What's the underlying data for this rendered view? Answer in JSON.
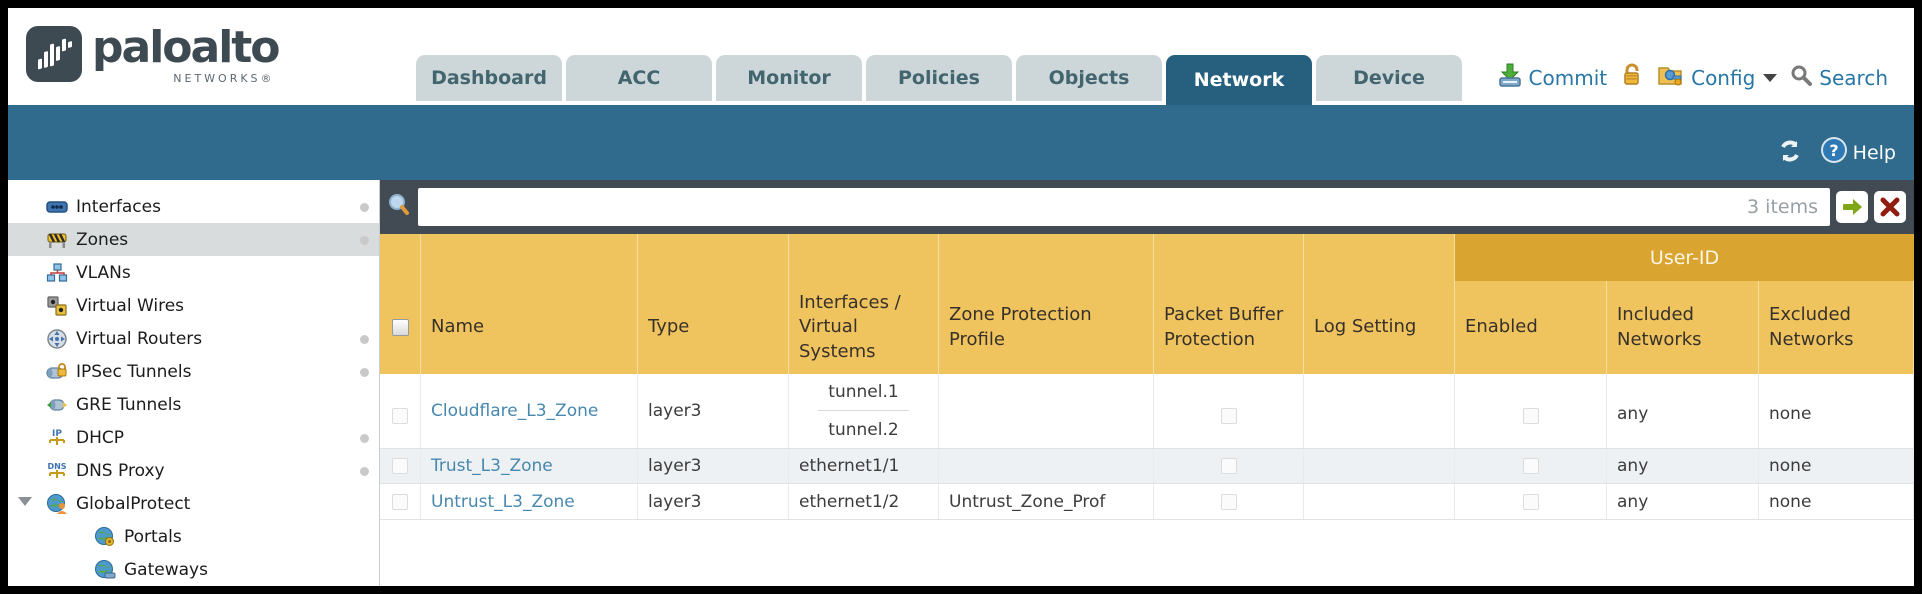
{
  "brand": {
    "name": "paloalto",
    "sub": "NETWORKS®"
  },
  "tabs": [
    {
      "label": "Dashboard",
      "active": false
    },
    {
      "label": "ACC",
      "active": false
    },
    {
      "label": "Monitor",
      "active": false
    },
    {
      "label": "Policies",
      "active": false
    },
    {
      "label": "Objects",
      "active": false
    },
    {
      "label": "Network",
      "active": true
    },
    {
      "label": "Device",
      "active": false
    }
  ],
  "header_actions": {
    "commit": "Commit",
    "config": "Config",
    "search": "Search"
  },
  "band": {
    "help": "Help"
  },
  "sidebar": {
    "items": [
      {
        "label": "Interfaces",
        "icon": "interfaces-icon",
        "dot": true,
        "selected": false
      },
      {
        "label": "Zones",
        "icon": "zones-icon",
        "dot": true,
        "selected": true
      },
      {
        "label": "VLANs",
        "icon": "vlans-icon",
        "dot": false,
        "selected": false
      },
      {
        "label": "Virtual Wires",
        "icon": "virtual-wires-icon",
        "dot": false,
        "selected": false
      },
      {
        "label": "Virtual Routers",
        "icon": "virtual-routers-icon",
        "dot": true,
        "selected": false
      },
      {
        "label": "IPSec Tunnels",
        "icon": "ipsec-tunnels-icon",
        "dot": true,
        "selected": false
      },
      {
        "label": "GRE Tunnels",
        "icon": "gre-tunnels-icon",
        "dot": false,
        "selected": false
      },
      {
        "label": "DHCP",
        "icon": "dhcp-icon",
        "dot": true,
        "selected": false
      },
      {
        "label": "DNS Proxy",
        "icon": "dns-proxy-icon",
        "dot": true,
        "selected": false
      },
      {
        "label": "GlobalProtect",
        "icon": "globalprotect-icon",
        "dot": false,
        "selected": false,
        "expanded": true
      },
      {
        "label": "Portals",
        "icon": "portals-icon",
        "dot": false,
        "selected": false,
        "child": true
      },
      {
        "label": "Gateways",
        "icon": "gateways-icon",
        "dot": false,
        "selected": false,
        "child": true
      }
    ]
  },
  "filter": {
    "value": "",
    "items_count": "3 items"
  },
  "table": {
    "group_header": "User-ID",
    "columns": [
      "Name",
      "Type",
      "Interfaces / Virtual Systems",
      "Zone Protection Profile",
      "Packet Buffer Protection",
      "Log Setting",
      "Enabled",
      "Included Networks",
      "Excluded Networks"
    ],
    "rows": [
      {
        "name": "Cloudflare_L3_Zone",
        "type": "layer3",
        "interfaces": [
          "tunnel.1",
          "tunnel.2"
        ],
        "zone_protection_profile": "",
        "packet_buffer_protection": false,
        "log_setting": "",
        "enabled": false,
        "included_networks": "any",
        "excluded_networks": "none"
      },
      {
        "name": "Trust_L3_Zone",
        "type": "layer3",
        "interfaces": [
          "ethernet1/1"
        ],
        "zone_protection_profile": "",
        "packet_buffer_protection": false,
        "log_setting": "",
        "enabled": false,
        "included_networks": "any",
        "excluded_networks": "none"
      },
      {
        "name": "Untrust_L3_Zone",
        "type": "layer3",
        "interfaces": [
          "ethernet1/2"
        ],
        "zone_protection_profile": "Untrust_Zone_Prof",
        "packet_buffer_protection": false,
        "log_setting": "",
        "enabled": false,
        "included_networks": "any",
        "excluded_networks": "none"
      }
    ]
  },
  "colors": {
    "teal_band": "#306A8C",
    "active_tab": "#27607F",
    "tab_grey": "#CDD7D9",
    "filter_bar": "#424B54",
    "table_header": "#EFC45E",
    "userid_band": "#D9A430",
    "link_blue": "#4788AE",
    "action_blue": "#2877A6",
    "row_alt": "#EDF1F4"
  }
}
